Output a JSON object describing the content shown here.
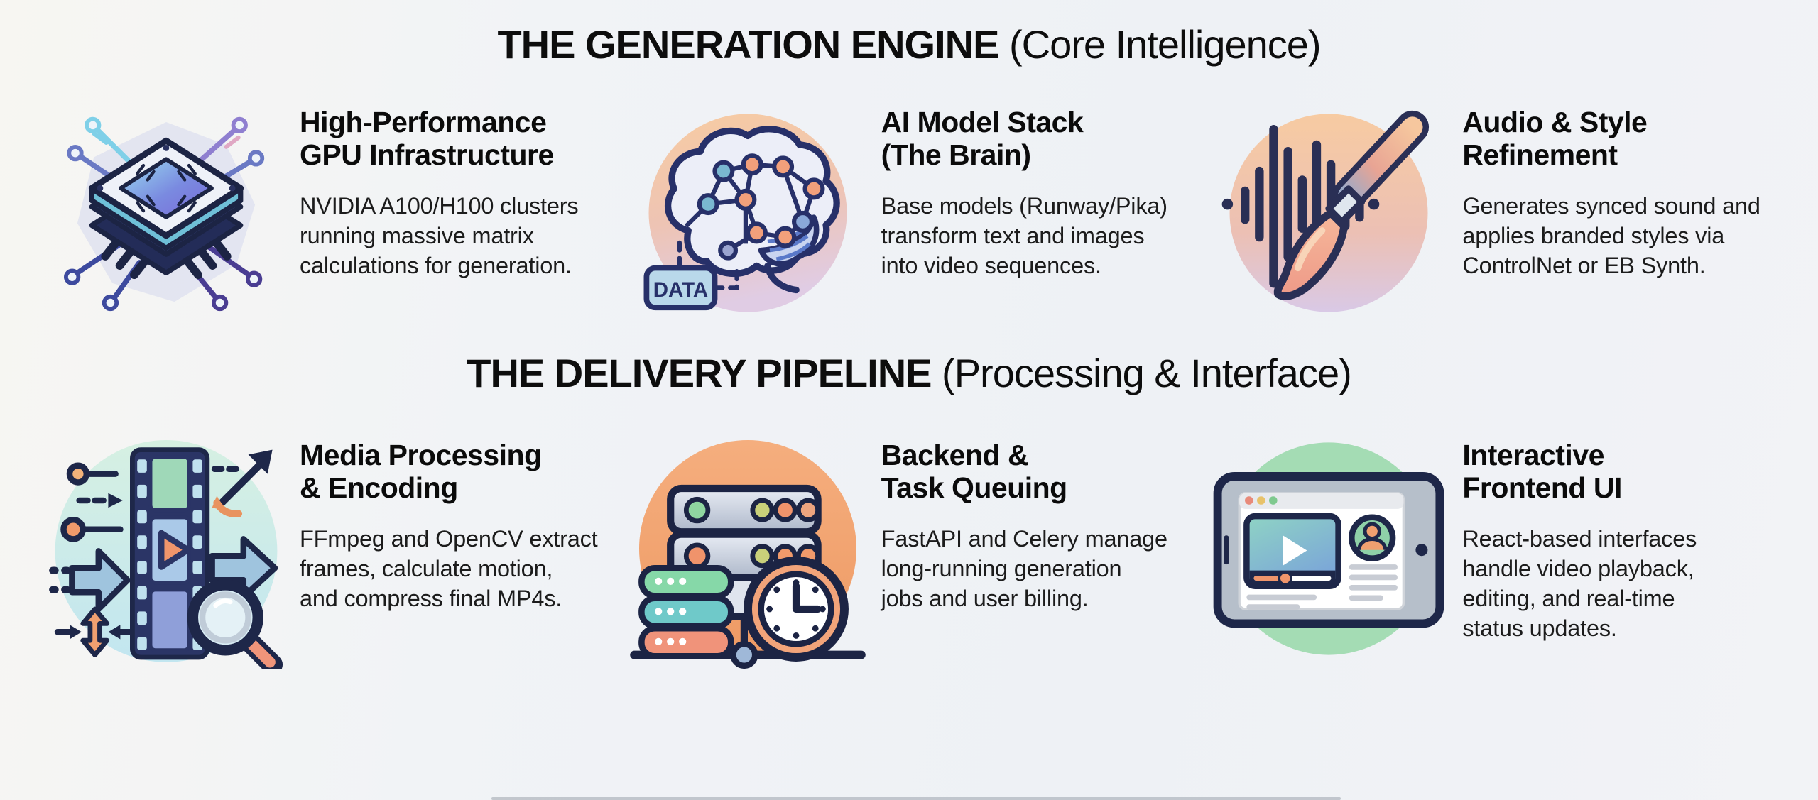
{
  "page": {
    "background": "#f1f3f6",
    "text_color": "#111111",
    "accents": {
      "navy_outline": "#1e2749",
      "peach_circle": "#f5c79f",
      "orange_circle": "#f2a372",
      "mint_circle": "#cdeee6",
      "green_circle": "#a4dcb4",
      "lavender_blob": "#d7dbee",
      "orange_accent": "#f0956b",
      "blue_accent": "#9fc4de"
    }
  },
  "sections": [
    {
      "id": "generation",
      "title_bold": "THE GENERATION ENGINE",
      "title_light": " (Core Intelligence)",
      "items": [
        {
          "icon": "gpu-chip-icon",
          "title": "High-Performance\nGPU Infrastructure",
          "description": "NVIDIA A100/H100 clusters\nrunning massive matrix\ncalculations for generation."
        },
        {
          "icon": "brain-network-icon",
          "icon_label": "DATA",
          "title": "AI Model Stack\n(The Brain)",
          "description": "Base models (Runway/Pika)\ntransform text and images\ninto video sequences."
        },
        {
          "icon": "audio-brush-icon",
          "title": "Audio & Style\nRefinement",
          "description": "Generates synced sound and\napplies branded styles via\nControlNet or EB Synth."
        }
      ]
    },
    {
      "id": "delivery",
      "title_bold": "THE DELIVERY PIPELINE",
      "title_light": " (Processing & Interface)",
      "items": [
        {
          "icon": "film-strip-icon",
          "title": "Media Processing\n& Encoding",
          "description": "FFmpeg and OpenCV extract\nframes, calculate motion,\nand compress final MP4s."
        },
        {
          "icon": "server-queue-icon",
          "title": "Backend &\nTask Queuing",
          "description": "FastAPI and Celery manage\nlong-running generation\njobs and user billing."
        },
        {
          "icon": "frontend-ui-icon",
          "title": "Interactive\nFrontend UI",
          "description": "React-based interfaces\nhandle video playback,\nediting, and real-time\nstatus updates."
        }
      ]
    }
  ]
}
